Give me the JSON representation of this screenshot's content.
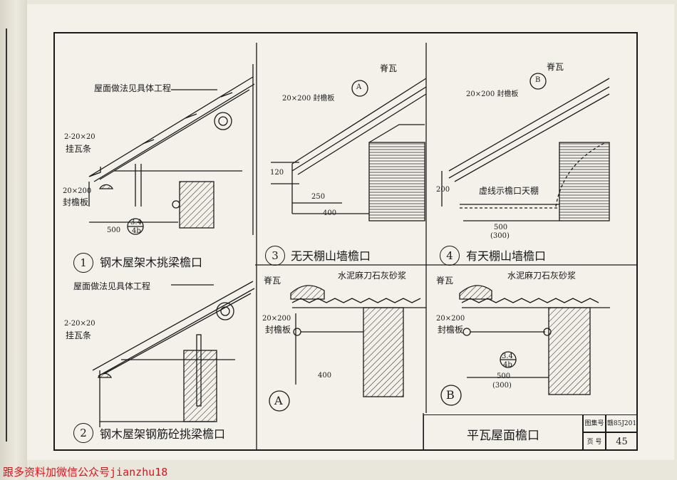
{
  "panels": [
    {
      "num": "1",
      "caption": "钢木屋架木挑梁檐口"
    },
    {
      "num": "2",
      "caption": "钢木屋架钢筋砼挑梁檐口"
    },
    {
      "num": "3",
      "caption": "无天棚山墙檐口"
    },
    {
      "num": "4",
      "caption": "有天棚山墙檐口"
    }
  ],
  "details": [
    {
      "mark": "A"
    },
    {
      "mark": "B"
    }
  ],
  "labels": {
    "roof_ref_1": "屋面做法见具体工程",
    "roof_ref_2": "屋面做法见具体工程",
    "tile_strip_1": "2-20×20",
    "tile_strip_1b": "挂瓦条",
    "tile_strip_2": "2-20×20",
    "tile_strip_2b": "挂瓦条",
    "eave_board_1": "20×200",
    "eave_board_1b": "封檐板",
    "eave_board_3": "20×200 封檐板",
    "eave_board_4": "20×200 封檐板",
    "eave_board_A": "20×200",
    "eave_board_Ab": "封檐板",
    "eave_board_B": "20×200",
    "eave_board_Bb": "封檐板",
    "ridge_3": "脊瓦",
    "ridge_4": "脊瓦",
    "ridge_A": "脊瓦",
    "ridge_B": "脊瓦",
    "mortar_A": "水泥麻刀石灰砂浆",
    "mortar_B": "水泥麻刀石灰砂浆",
    "dashed_ceiling": "虚线示檐口天棚",
    "dim_500_1": "500",
    "dim_250": "250",
    "dim_400_3": "400",
    "dim_120": "120",
    "dim_200_4": "200",
    "dim_500_4": "500",
    "dim_300_4": "(300)",
    "dim_400_A": "400",
    "dim_500_B": "500",
    "dim_300_B": "(300)",
    "ref_34_top": "3.4",
    "ref_4b": "4b",
    "ref_34_B": "3.4",
    "ref_4b_B": "4b",
    "callout_A": "A",
    "callout_B": "B"
  },
  "title_block": {
    "title": "平瓦屋面檐口",
    "atlas_label": "图集号",
    "atlas_value": "赣85J201",
    "page_label": "页 号",
    "page_value": "45"
  },
  "watermark": "跟多资料加微信公众号jianzhu18"
}
